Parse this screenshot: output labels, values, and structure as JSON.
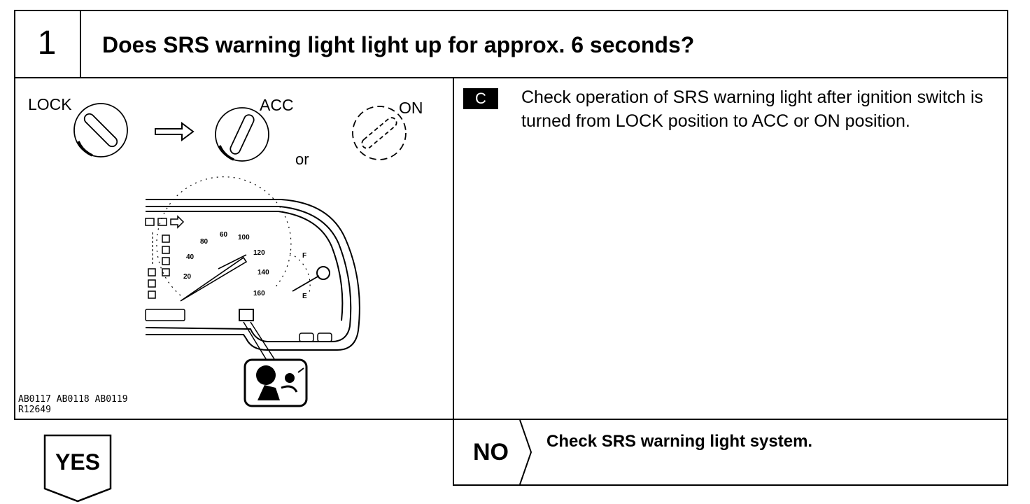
{
  "step": {
    "number": "1",
    "question": "Does SRS warning light light up for approx. 6 seconds?"
  },
  "illustration": {
    "labels": {
      "lock": "LOCK",
      "acc": "ACC",
      "on": "ON",
      "or": "or",
      "fuel_full": "F",
      "fuel_empty": "E"
    },
    "speedometer_ticks": [
      "20",
      "40",
      "60",
      "80",
      "100",
      "120",
      "140",
      "160"
    ],
    "reference_codes": "AB0117 AB0118 AB0119\nR12649",
    "icons": [
      "ignition-lock-icon",
      "arrow-right-icon",
      "ignition-acc-icon",
      "ignition-on-icon",
      "combination-meter",
      "srs-airbag-warning-icon"
    ]
  },
  "check": {
    "badge": "C",
    "instruction": "Check operation of SRS warning light after ignition switch is turned from LOCK position to ACC or ON position."
  },
  "outcomes": {
    "no_label": "NO",
    "no_text": "Check SRS warning light system.",
    "yes_label": "YES"
  }
}
